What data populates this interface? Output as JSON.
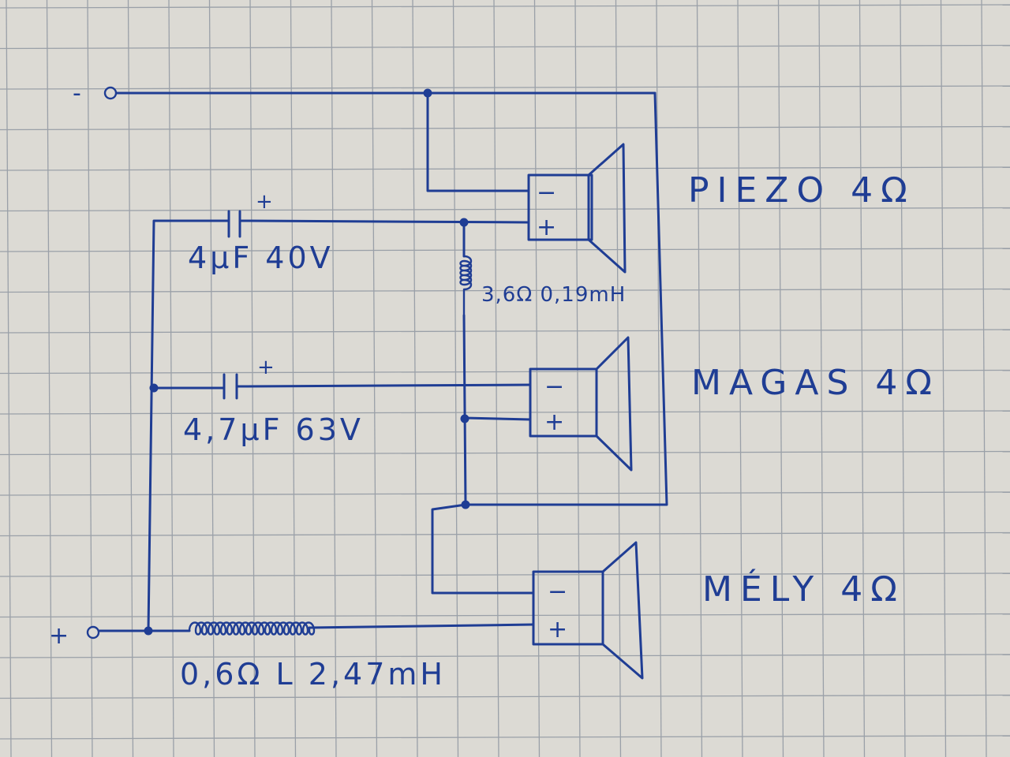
{
  "terminals": {
    "negative": "-",
    "positive": "+"
  },
  "components": {
    "c1_label": "4μF 40V",
    "c1_polarity": "+",
    "c2_label": "4,7μF 63V",
    "c2_polarity": "+",
    "l_tweeter_label": "3,6Ω 0,19mH",
    "l_woofer_label": "0,6Ω L 2,47mH"
  },
  "speakers": [
    {
      "name": "PIEZO 4Ω",
      "minus": "−",
      "plus": "+"
    },
    {
      "name": "MAGAS 4Ω",
      "minus": "−",
      "plus": "+"
    },
    {
      "name": "MÉLY 4Ω",
      "minus": "−",
      "plus": "+"
    }
  ],
  "colors": {
    "ink": "#1f3d94",
    "paper": "#dcdad4",
    "grid": "#9aa0a8"
  }
}
